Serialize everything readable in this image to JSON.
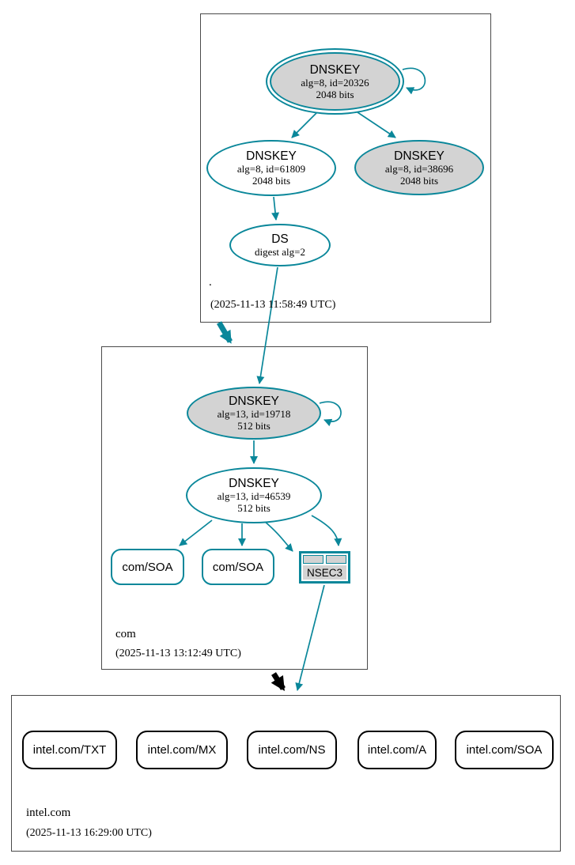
{
  "zones": {
    "root": {
      "label": ".",
      "timestamp": "(2025-11-13 11:58:49 UTC)"
    },
    "com": {
      "label": "com",
      "timestamp": "(2025-11-13 13:12:49 UTC)"
    },
    "intel": {
      "label": "intel.com",
      "timestamp": "(2025-11-13 16:29:00 UTC)"
    }
  },
  "nodes": {
    "root_ksk": {
      "title": "DNSKEY",
      "detail1": "alg=8, id=20326",
      "detail2": "2048 bits"
    },
    "root_zsk": {
      "title": "DNSKEY",
      "detail1": "alg=8, id=61809",
      "detail2": "2048 bits"
    },
    "root_key2": {
      "title": "DNSKEY",
      "detail1": "alg=8, id=38696",
      "detail2": "2048 bits"
    },
    "ds_com": {
      "title": "DS",
      "detail1": "digest alg=2"
    },
    "com_ksk": {
      "title": "DNSKEY",
      "detail1": "alg=13, id=19718",
      "detail2": "512 bits"
    },
    "com_zsk": {
      "title": "DNSKEY",
      "detail1": "alg=13, id=46539",
      "detail2": "512 bits"
    },
    "com_soa_1": {
      "label": "com/SOA"
    },
    "com_soa_2": {
      "label": "com/SOA"
    },
    "nsec3": {
      "label": "NSEC3"
    },
    "intel_txt": {
      "label": "intel.com/TXT"
    },
    "intel_mx": {
      "label": "intel.com/MX"
    },
    "intel_ns": {
      "label": "intel.com/NS"
    },
    "intel_a": {
      "label": "intel.com/A"
    },
    "intel_soa": {
      "label": "intel.com/SOA"
    }
  },
  "colors": {
    "secure_teal": "#0a879a",
    "node_fill_gray": "#d3d3d3",
    "insecure_black": "#000000",
    "zone_border": "#4a4a4a"
  }
}
